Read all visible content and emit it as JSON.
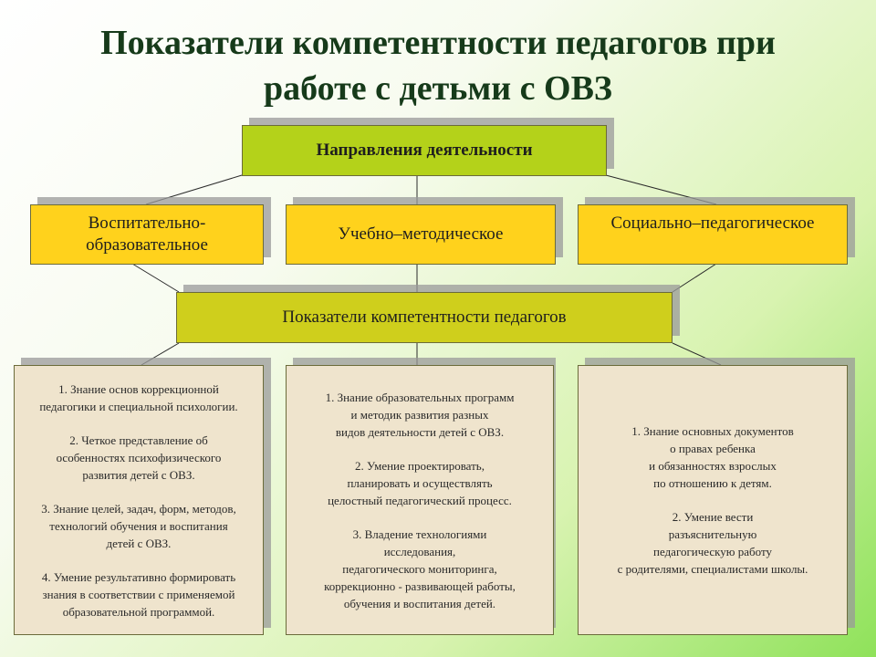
{
  "title": {
    "line1": "Показатели компетентности педагогов при",
    "line2": "работе с детьми с ОВЗ"
  },
  "header_box": {
    "label": "Направления деятельности"
  },
  "directions": [
    {
      "label": "Воспитательно-\nобразовательное"
    },
    {
      "label": "Учебно–методическое"
    },
    {
      "label": "Социально–педагогическое"
    }
  ],
  "indicators_box": {
    "label": "Показатели компетентности педагогов"
  },
  "panels": [
    {
      "items": [
        "1. Знание основ коррекционной\nпедагогики и специальной психологии.",
        "2. Четкое представление об\nособенностях психофизического\nразвития детей с ОВЗ.",
        "3. Знание целей, задач, форм, методов,\nтехнологий обучения и воспитания\nдетей с ОВЗ.",
        "4. Умение результативно формировать\nзнания в соответствии с применяемой\nобразовательной программой."
      ]
    },
    {
      "items": [
        "1. Знание образовательных программ\nи методик развития разных\nвидов деятельности детей с ОВЗ.",
        "2. Умение проектировать,\nпланировать и осуществлять\nцелостный педагогический процесс.",
        "3. Владение технологиями\nисследования,\nпедагогического мониторинга,\nкоррекционно - развивающей работы,\nобучения и воспитания детей."
      ]
    },
    {
      "items": [
        "1. Знание основных документов\nо правах ребенка\nи обязанностях взрослых\nпо отношению к детям.",
        "2. Умение вести\nразъяснительную\nпедагогическую работу\nс родителями, специалистами школы."
      ]
    }
  ]
}
